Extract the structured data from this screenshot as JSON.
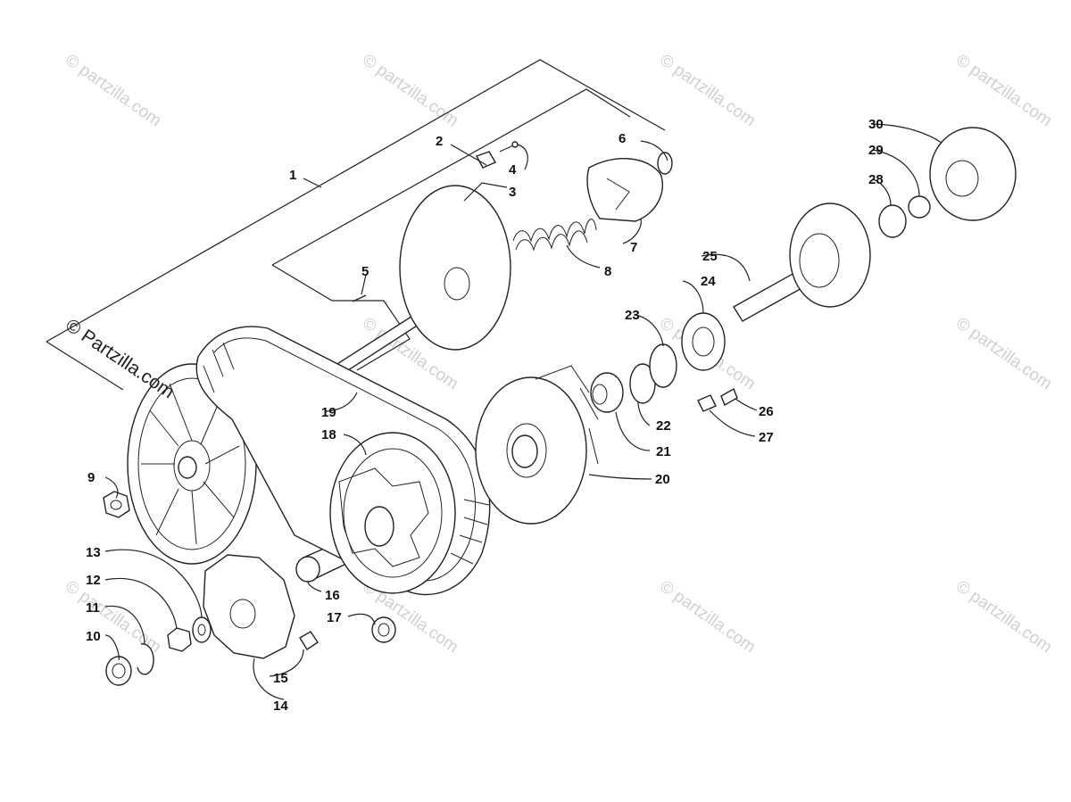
{
  "watermark": {
    "text": "© Partzilla.com",
    "repeat_text": "© partzilla.com"
  },
  "callouts": [
    "1",
    "2",
    "3",
    "4",
    "5",
    "6",
    "7",
    "8",
    "9",
    "10",
    "11",
    "12",
    "13",
    "14",
    "15",
    "16",
    "17",
    "18",
    "19",
    "20",
    "21",
    "22",
    "23",
    "24",
    "25",
    "26",
    "27",
    "28",
    "29",
    "30"
  ],
  "colors": {
    "ink": "#222222",
    "paper": "#ffffff",
    "watermark": "#d0d0d0"
  }
}
